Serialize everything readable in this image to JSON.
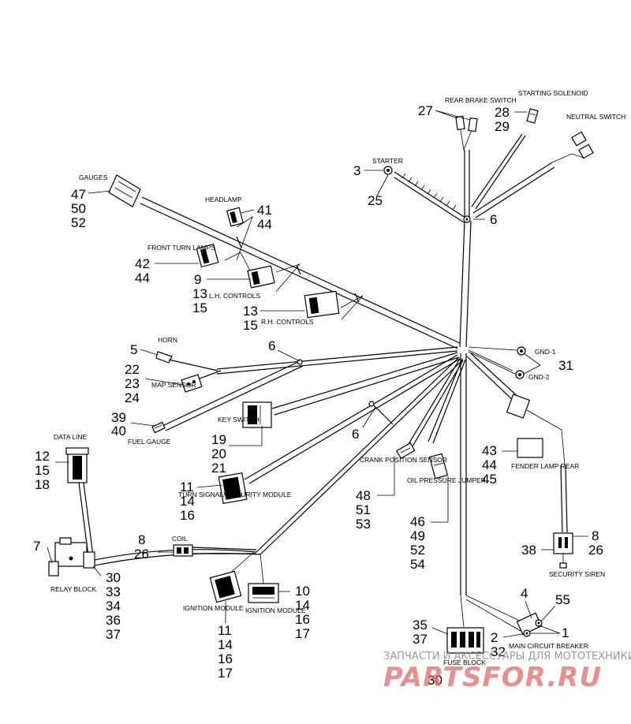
{
  "labels": {
    "rear_brake_switch": "REAR BRAKE SWITCH",
    "starting_solenoid": "STARTING SOLENOID",
    "neutral_switch": "NEUTRAL SWITCH",
    "starter": "STARTER",
    "gauges": "GAUGES",
    "headlamp": "HEADLAMP",
    "front_turn_lamps": "FRONT TURN LAMPS",
    "lh_controls": "L.H. CONTROLS",
    "rh_controls": "R.H. CONTROLS",
    "horn": "HORN",
    "map_sensor": "MAP SENSOR",
    "fuel_gauge": "FUEL GAUGE",
    "gnd1": "GND-1",
    "gnd2": "GND-2",
    "key_switch": "KEY SWITCH",
    "data_line": "DATA LINE",
    "turn_signal_module": "TURN SIGNAL/ SECURITY MODULE",
    "crank_position_sensor": "CRANK POSITION SENSOR",
    "oil_pressure_jumper": "OIL PRESSURE JUMPER",
    "fender_lamp_rear": "FENDER LAMP REAR",
    "coil": "COIL",
    "relay_block": "RELAY BLOCK",
    "security_siren": "SECURITY SIREN",
    "ignition_module_left": "IGNITION MODULE",
    "ignition_module_right": "IGNITION MODULE",
    "main_circuit_breaker": "MAIN CIRCUIT BREAKER",
    "fuse_block": "FUSE BLOCK"
  },
  "callouts": {
    "rear_brake": "27",
    "solenoid_a": "28",
    "solenoid_b": "29",
    "starter_a": "3",
    "starter_b": "25",
    "junction_top": "6",
    "gauges_a": "47",
    "gauges_b": "50",
    "gauges_c": "52",
    "headlamp_a": "41",
    "headlamp_b": "44",
    "front_turn_a": "42",
    "front_turn_b": "44",
    "lh_a": "9",
    "lh_b": "13",
    "lh_c": "15",
    "rh_a": "13",
    "rh_b": "15",
    "horn": "5",
    "junction_mid": "6",
    "map_a": "22",
    "map_b": "23",
    "map_c": "24",
    "fuel_a": "39",
    "fuel_b": "40",
    "gnd": "31",
    "key_a": "19",
    "key_b": "20",
    "key_c": "21",
    "junction_low": "6",
    "data_a": "12",
    "data_b": "15",
    "data_c": "18",
    "turn_a": "11",
    "turn_b": "14",
    "turn_c": "16",
    "crank_a": "48",
    "crank_b": "51",
    "crank_c": "53",
    "oil_a": "46",
    "oil_b": "49",
    "oil_c": "52",
    "oil_d": "54",
    "fender_a": "43",
    "fender_b": "44",
    "fender_c": "45",
    "coil_a": "8",
    "coil_b": "26",
    "relay_a": "7",
    "relay_b": "30",
    "relay_c": "33",
    "relay_d": "34",
    "relay_e": "36",
    "relay_f": "37",
    "siren_a": "8",
    "siren_b": "26",
    "siren_c": "38",
    "ign_l_a": "11",
    "ign_l_b": "14",
    "ign_l_c": "16",
    "ign_l_d": "17",
    "ign_r_a": "10",
    "ign_r_b": "14",
    "ign_r_c": "16",
    "ign_r_d": "17",
    "breaker_a": "4",
    "breaker_b": "55",
    "breaker_c": "2",
    "breaker_d": "1",
    "breaker_e": "32",
    "fuse_a": "35",
    "fuse_b": "37",
    "fuse_c": "30"
  },
  "watermark": {
    "line1": "ЗАПЧАСТИ И АКСЕССУАРЫ ДЛЯ МОТОТЕХНИКИ",
    "line2": "PARTSFOR.RU"
  }
}
